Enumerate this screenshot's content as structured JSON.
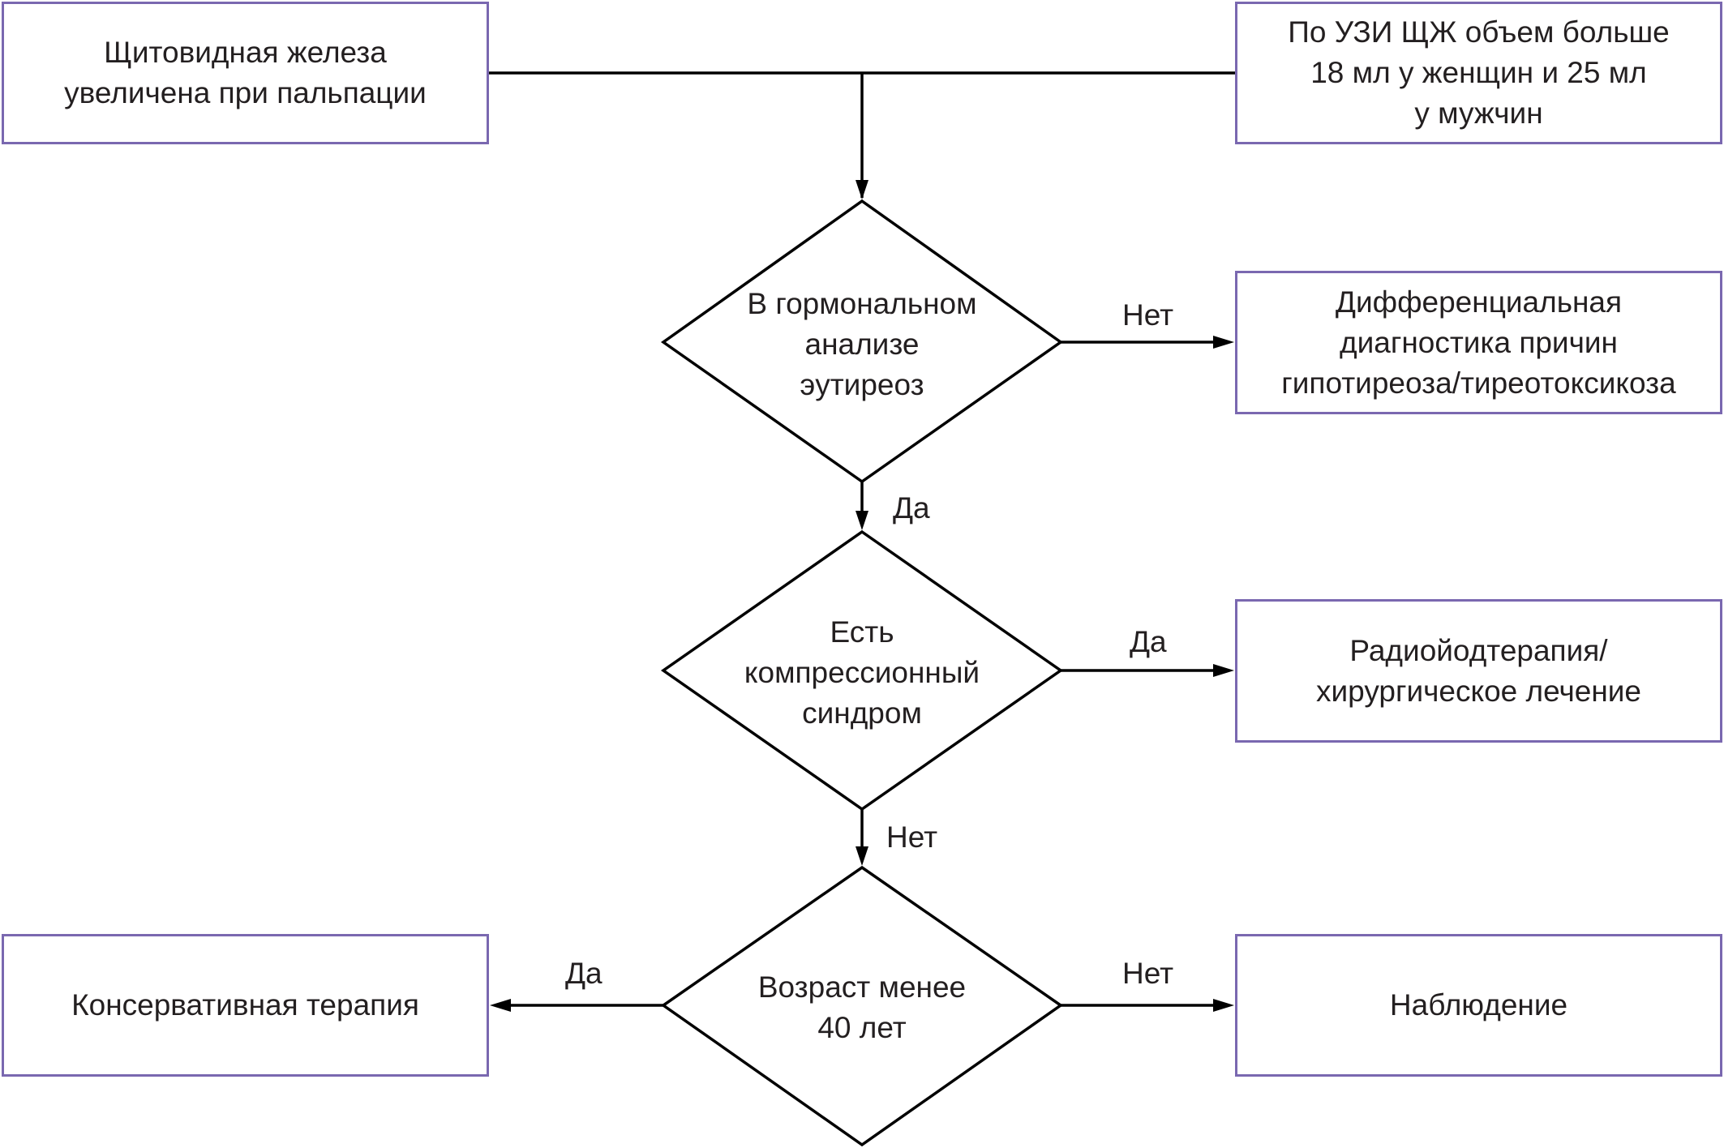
{
  "nodes": {
    "palpation": "Щитовидная железа\nувеличена при пальпации",
    "ultrasound": "По УЗИ ЩЖ объем больше\n18 мл у женщин и 25 мл\nу мужчин",
    "hormonal_decision": "В гормональном\nанализе\nэутиреоз",
    "differential_dx": "Дифференциальная\nдиагностика причин\nгипотиреоза/тиреотоксикоза",
    "compression_decision": "Есть\nкомпрессионный\nсиндром",
    "radioiodine": "Радиойодтерапия/\nхирургическое лечение",
    "age_decision": "Возраст менее\n40 лет",
    "conservative": "Консервативная терапия",
    "observation": "Наблюдение"
  },
  "edges": {
    "hormonal_no": "Нет",
    "hormonal_yes": "Да",
    "compression_yes": "Да",
    "compression_no": "Нет",
    "age_yes": "Да",
    "age_no": "Нет"
  },
  "colors": {
    "box_border": "#7a68b0",
    "line": "#000000",
    "text": "#231f20"
  }
}
